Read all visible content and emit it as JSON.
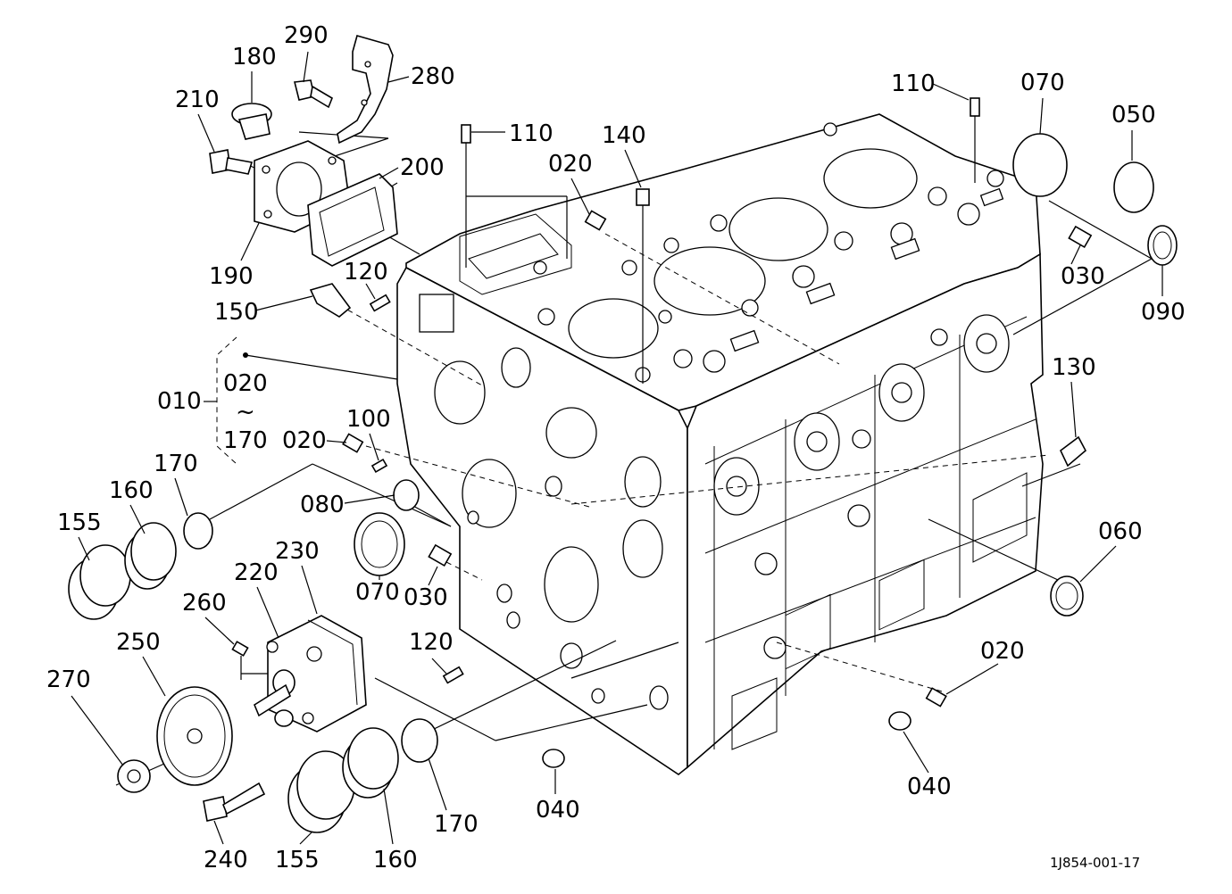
{
  "diagram": {
    "labels": {
      "p290": "290",
      "p280": "280",
      "p180": "180",
      "p210": "210",
      "p200": "200",
      "p190": "190",
      "p110a": "110",
      "p110b": "110",
      "p140": "140",
      "p020a": "020",
      "p070a": "070",
      "p050": "050",
      "p030a": "030",
      "p090": "090",
      "p120a": "120",
      "p150": "150",
      "p010": "010",
      "p020b": "020",
      "tilde": "~",
      "p170a": "170",
      "p020c": "020",
      "p100": "100",
      "p130": "130",
      "p080": "080",
      "p170b": "170",
      "p160a": "160",
      "p155a": "155",
      "p060": "060",
      "p230": "230",
      "p220": "220",
      "p260": "260",
      "p070b": "070",
      "p030b": "030",
      "p250": "250",
      "p120b": "120",
      "p020d": "020",
      "p270": "270",
      "p040a": "040",
      "p040b": "040",
      "p170c": "170",
      "p240": "240",
      "p155b": "155",
      "p160b": "160"
    },
    "drawing_code": "1J854-001-17"
  }
}
